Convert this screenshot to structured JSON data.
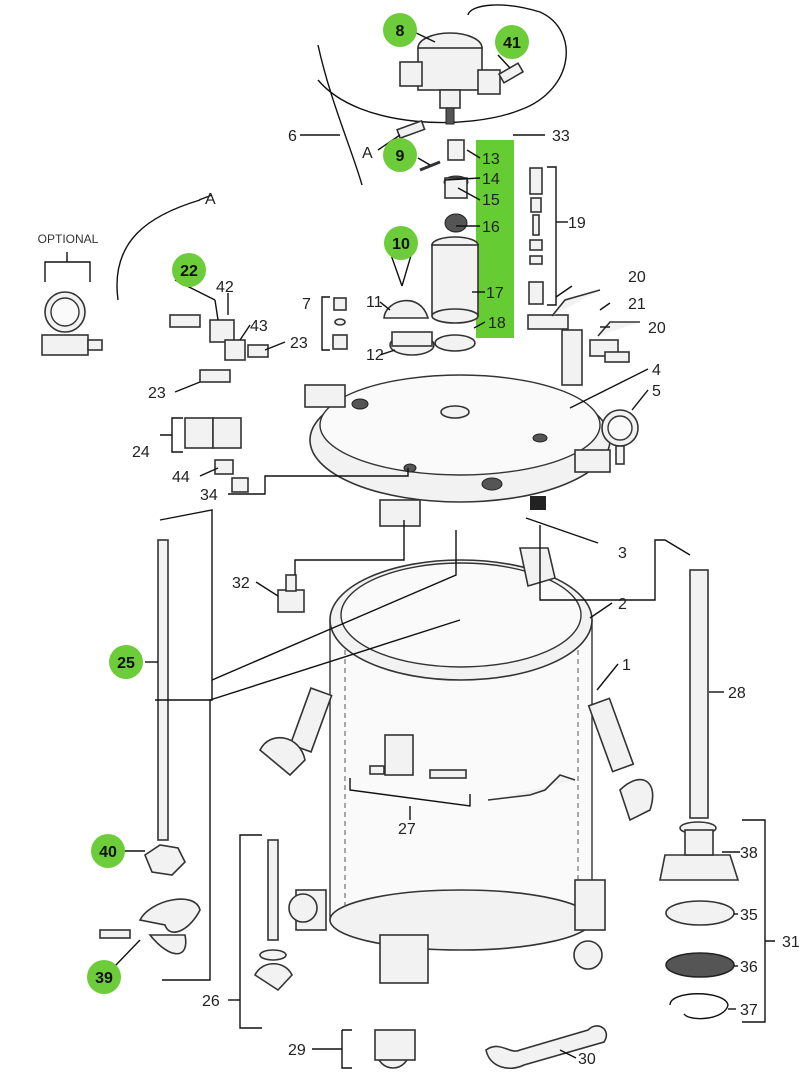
{
  "optional_label": "OPTIONAL",
  "connector_label": "A",
  "labels": {
    "p1": "1",
    "p2": "2",
    "p3": "3",
    "p4": "4",
    "p5": "5",
    "p6": "6",
    "p7": "7",
    "p8": "8",
    "p9": "9",
    "p10": "10",
    "p11": "11",
    "p12": "12",
    "p13": "13",
    "p14": "14",
    "p15": "15",
    "p16": "16",
    "p17": "17",
    "p18": "18",
    "p19": "19",
    "p20a": "20",
    "p20b": "20",
    "p21": "21",
    "p22": "22",
    "p23a": "23",
    "p23b": "23",
    "p24": "24",
    "p25": "25",
    "p26": "26",
    "p27": "27",
    "p28": "28",
    "p29": "29",
    "p30": "30",
    "p31": "31",
    "p32": "32",
    "p33": "33",
    "p34": "34",
    "p35": "35",
    "p36": "36",
    "p37": "37",
    "p38": "38",
    "p39": "39",
    "p40": "40",
    "p41": "41",
    "p42": "42",
    "p43": "43",
    "p44": "44"
  },
  "colors": {
    "highlight_green": "#66cc33",
    "callout_green": "#6ccc3a",
    "line": "#111111"
  }
}
